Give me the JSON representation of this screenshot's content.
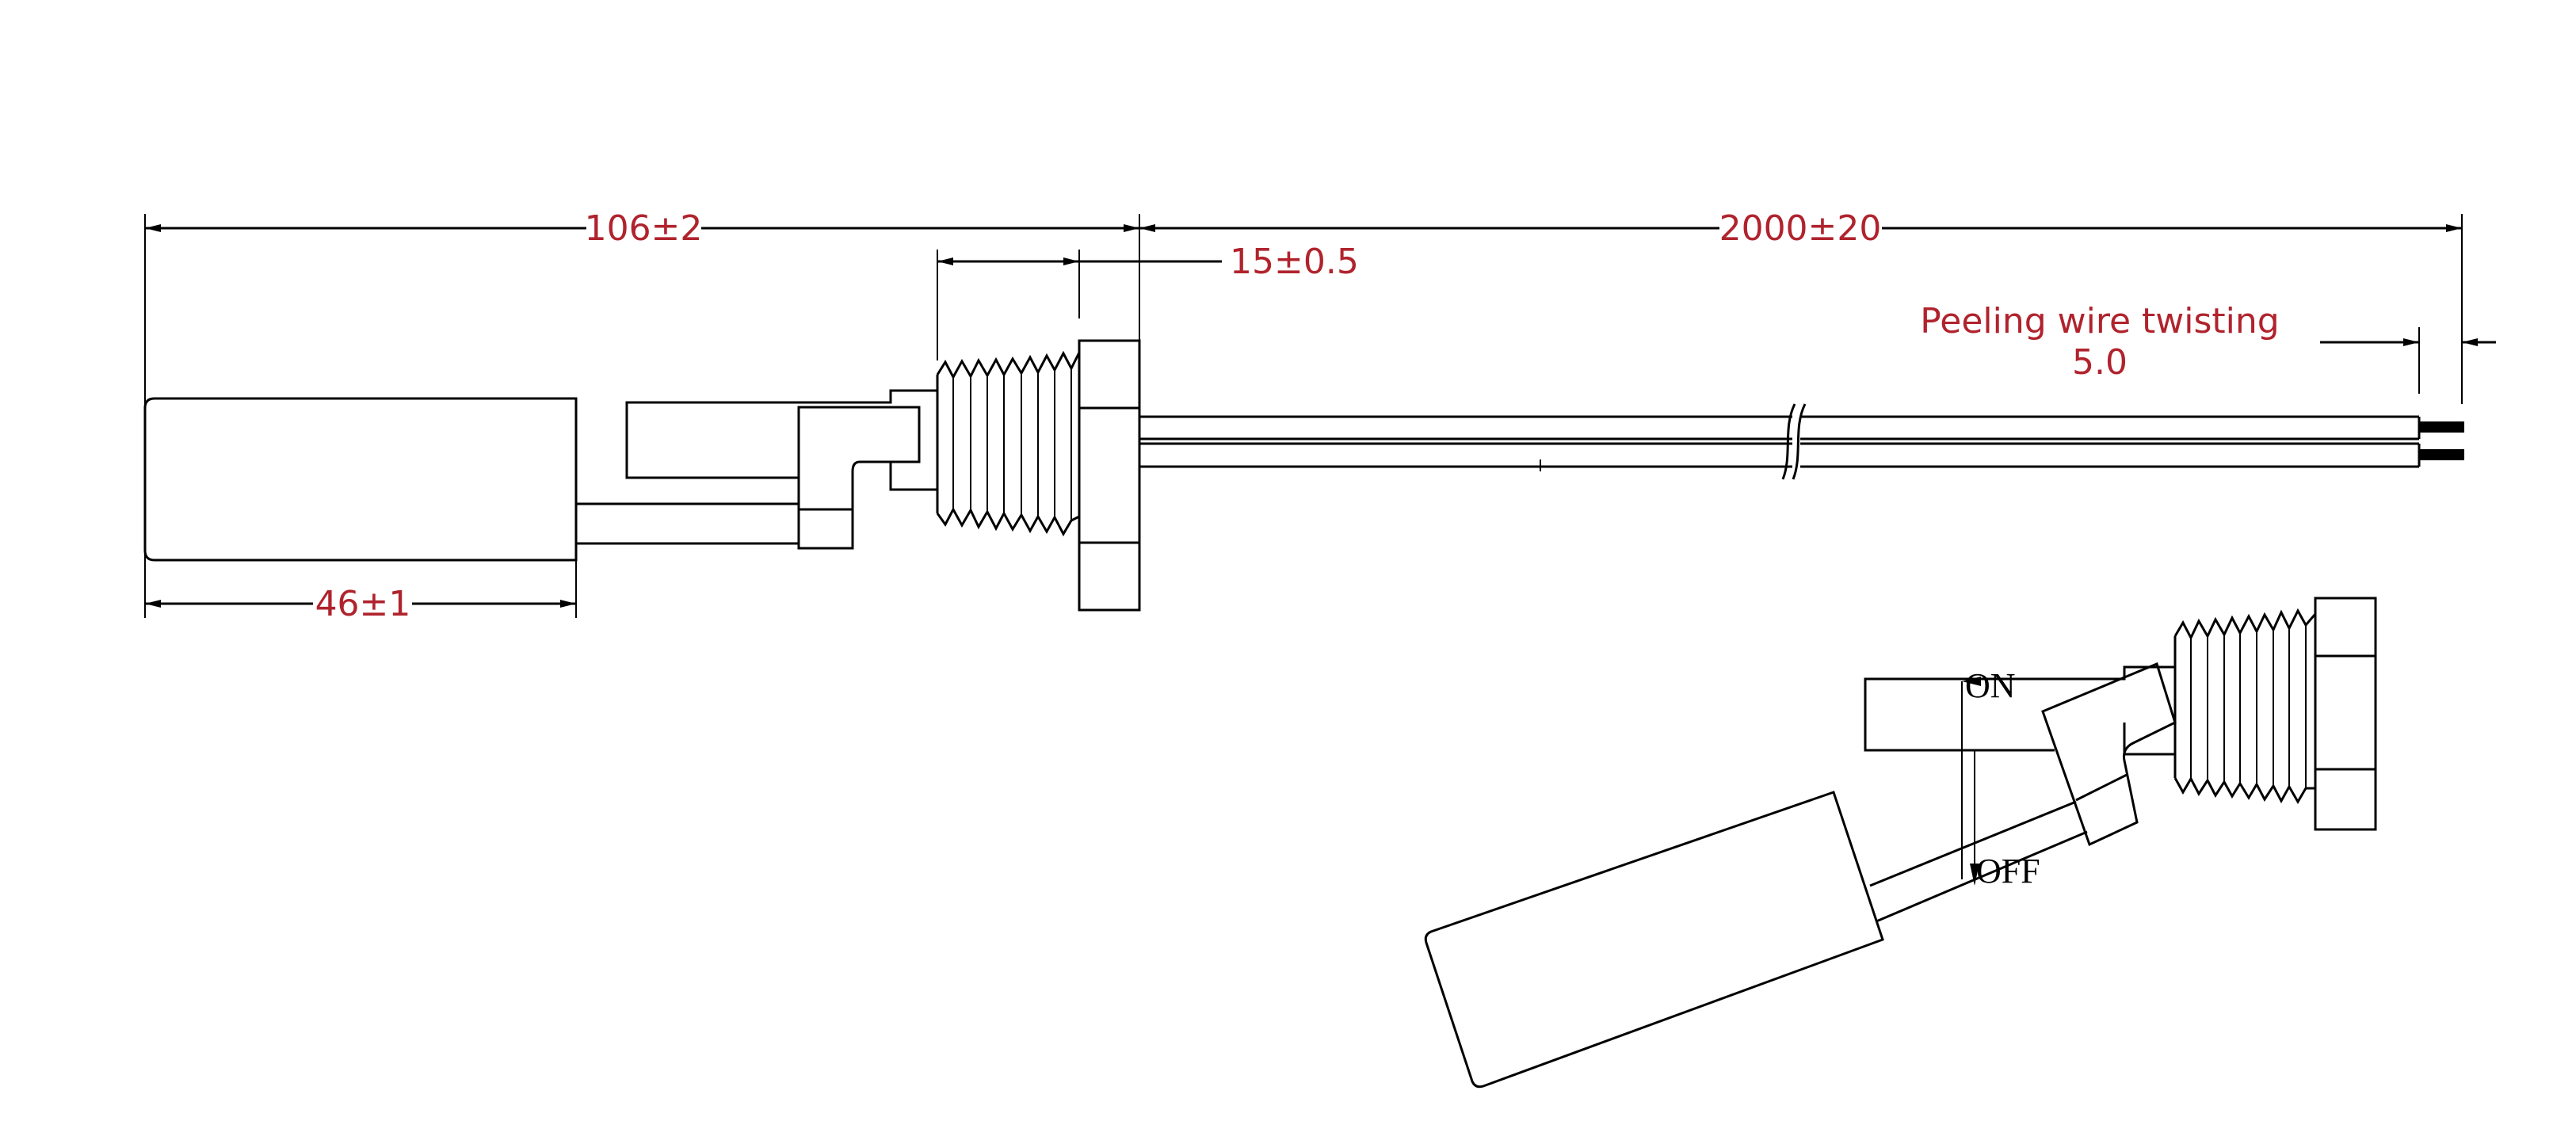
{
  "drawing": {
    "title": "Float level switch dimensional drawing",
    "accent_color": "#b0232d",
    "line_color": "#000000"
  },
  "dimensions": {
    "overall_length": "106±2",
    "thread_length": "15±0.5",
    "cable_length": "2000±20",
    "float_length": "46±1",
    "strip_label": "Peeling wire twisting",
    "strip_value": "5.0"
  },
  "states": {
    "on": "ON",
    "off": "OFF"
  }
}
